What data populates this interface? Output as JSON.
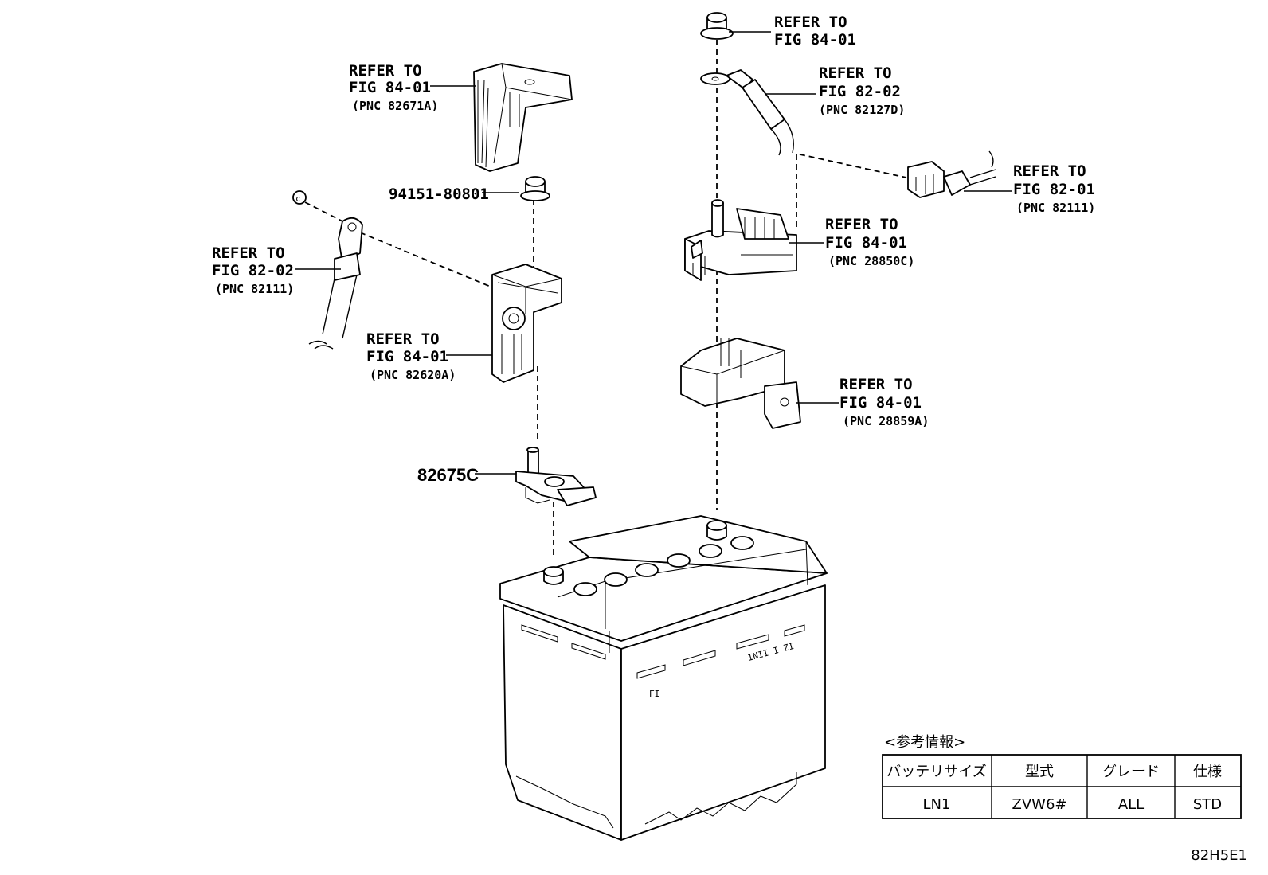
{
  "callouts": {
    "bolt_top": {
      "line1": "REFER TO",
      "line2": "FIG 84-01"
    },
    "cable_82127d": {
      "line1": "REFER TO",
      "line2": "FIG 82-02",
      "pnc": "(PNC 82127D)"
    },
    "connector_82111": {
      "line1": "REFER TO",
      "line2": "FIG 82-01",
      "pnc": "(PNC 82111)"
    },
    "fuse_28850c": {
      "line1": "REFER TO",
      "line2": "FIG 84-01",
      "pnc": "(PNC 28850C)"
    },
    "bracket_28859a": {
      "line1": "REFER TO",
      "line2": "FIG 84-01",
      "pnc": "(PNC 28859A)"
    },
    "cover_82671a": {
      "line1": "REFER TO",
      "line2": "FIG 84-01",
      "pnc": "(PNC 82671A)"
    },
    "cable_82111": {
      "line1": "REFER TO",
      "line2": "FIG 82-02",
      "pnc": "(PNC 82111)"
    },
    "cover_82620a": {
      "line1": "REFER TO",
      "line2": "FIG 84-01",
      "pnc": "(PNC 82620A)"
    }
  },
  "part_numbers": {
    "nut": "94151-80801",
    "terminal": "82675C"
  },
  "reference_table": {
    "title": "<参考情報>",
    "headers": [
      "バッテリサイズ",
      "型式",
      "グレード",
      "仕様"
    ],
    "row": [
      "LN1",
      "ZVW6#",
      "ALL",
      "STD"
    ]
  },
  "diagram_code": "82H5E1",
  "battery_text": {
    "mark_right": "ΙΝΙΙ  Ι ΖΙ",
    "mark_left": "ΓΙ"
  }
}
